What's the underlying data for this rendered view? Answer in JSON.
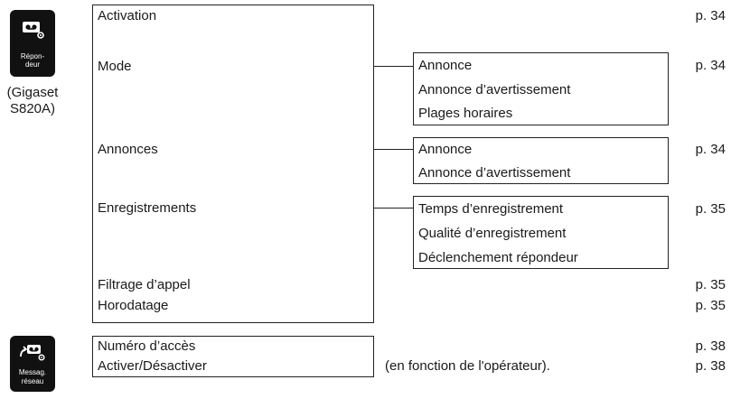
{
  "icons": {
    "answering": {
      "caption_line1": "Répon-",
      "caption_line2": "deur"
    },
    "network": {
      "caption_line1": "Messag.",
      "caption_line2": "réseau"
    }
  },
  "model_note": {
    "line1": "(Gigaset",
    "line2": "S820A)"
  },
  "menu": {
    "activation": "Activation",
    "mode": "Mode",
    "annonces": "Annonces",
    "enregistrements": "Enregistrements",
    "filtrage": "Filtrage d’appel",
    "horodatage": "Horodatage"
  },
  "submenu": {
    "mode": [
      "Annonce",
      "Annonce d’avertissement",
      "Plages horaires"
    ],
    "annonces": [
      "Annonce",
      "Annonce d’avertissement"
    ],
    "enregistrements": [
      "Temps d’enregistrement",
      "Qualité d’enregistrement",
      "Déclenchement répondeur"
    ]
  },
  "network_menu": {
    "numero": "Numéro d’accès",
    "activer": "Activer/Désactiver",
    "note": "(en fonction de l'opérateur)."
  },
  "pages": {
    "activation": "p. 34",
    "mode": "p. 34",
    "annonces": "p. 34",
    "enregistrements": "p. 35",
    "filtrage": "p. 35",
    "horodatage": "p. 35",
    "numero": "p. 38",
    "activer": "p. 38"
  }
}
